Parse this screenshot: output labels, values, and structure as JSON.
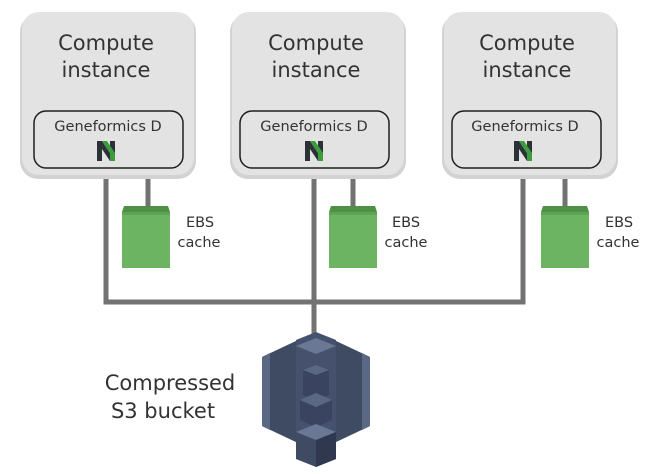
{
  "instances": [
    {
      "title_line1": "Compute",
      "title_line2": "instance",
      "app_label": "Geneformics D",
      "cache_line1": "EBS",
      "cache_line2": "cache"
    },
    {
      "title_line1": "Compute",
      "title_line2": "instance",
      "app_label": "Geneformics D",
      "cache_line1": "EBS",
      "cache_line2": "cache"
    },
    {
      "title_line1": "Compute",
      "title_line2": "instance",
      "app_label": "Geneformics D",
      "cache_line1": "EBS",
      "cache_line2": "cache"
    }
  ],
  "storage": {
    "label_line1": "Compressed",
    "label_line2": "S3 bucket",
    "icon": "s3-bucket-icon"
  },
  "icons": {
    "app_logo": "geneformics-logo-icon",
    "cache": "ebs-volume-icon"
  },
  "colors": {
    "instance_fill": "#e3e3e3",
    "connector": "#727272",
    "ebs_green": "#6cb362",
    "ebs_green_top": "#4f8f46",
    "s3_body": "#3f4a63",
    "s3_light": "#5b6884",
    "logo_green": "#3c9d3c",
    "logo_dark": "#2a3238"
  }
}
